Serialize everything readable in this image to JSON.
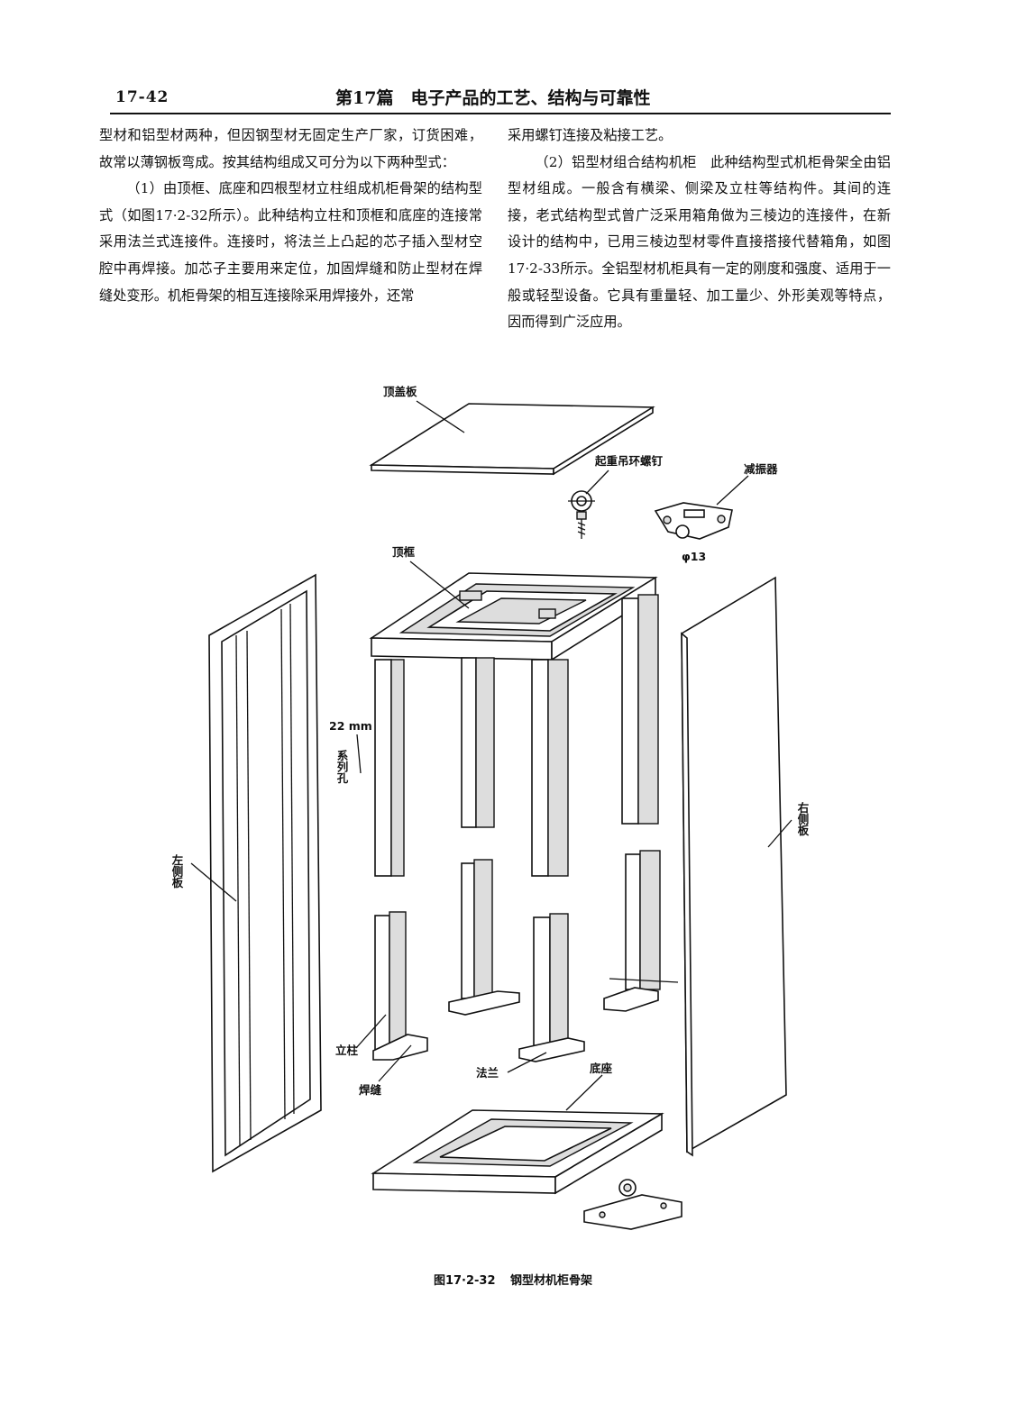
{
  "header": {
    "page_number": "17-42",
    "title": "第17篇　电子产品的工艺、结构与可靠性"
  },
  "body": {
    "left_paragraphs": [
      "型材和铝型材两种，但因钢型材无固定生产厂家，订货困难，故常以薄钢板弯成。按其结构组成又可分为以下两种型式：",
      "（1）由顶框、底座和四根型材立柱组成机柜骨架的结构型式（如图17·2-32所示）。此种结构立柱和顶框和底座的连接常采用法兰式连接件。连接时，将法兰上凸起的芯子插入型材空腔中再焊接。加芯子主要用来定位，加固焊缝和防止型材在焊缝处变形。机柜骨架的相互连接除采用焊接外，还常"
    ],
    "right_paragraphs": [
      "采用螺钉连接及粘接工艺。",
      "（2）铝型材组合结构机柜　此种结构型式机柜骨架全由铝型材组成。一般含有横梁、侧梁及立柱等结构件。其间的连接，老式结构型式曾广泛采用箱角做为三棱边的连接件，在新设计的结构中，已用三棱边型材零件直接搭接代替箱角，如图17·2-33所示。全铝型材机柜具有一定的刚度和强度、适用于一般或轻型设备。它具有重量轻、加工量少、外形美观等特点，因而得到广泛应用。"
    ]
  },
  "figure": {
    "labels": {
      "top_cover": "顶盖板",
      "lifting_eye_bolt": "起重吊环螺钉",
      "damper": "减振器",
      "damper_hole": "φ13",
      "top_frame": "顶框",
      "hole_series_size": "22 mm",
      "hole_series_text": "系列孔",
      "right_panel": "右侧板",
      "left_panel": "左侧板",
      "column": "立柱",
      "flange": "法兰",
      "base": "底座",
      "weld_seam": "焊缝"
    },
    "caption_number": "图17·2-32",
    "caption_text": "钢型材机柜骨架"
  }
}
